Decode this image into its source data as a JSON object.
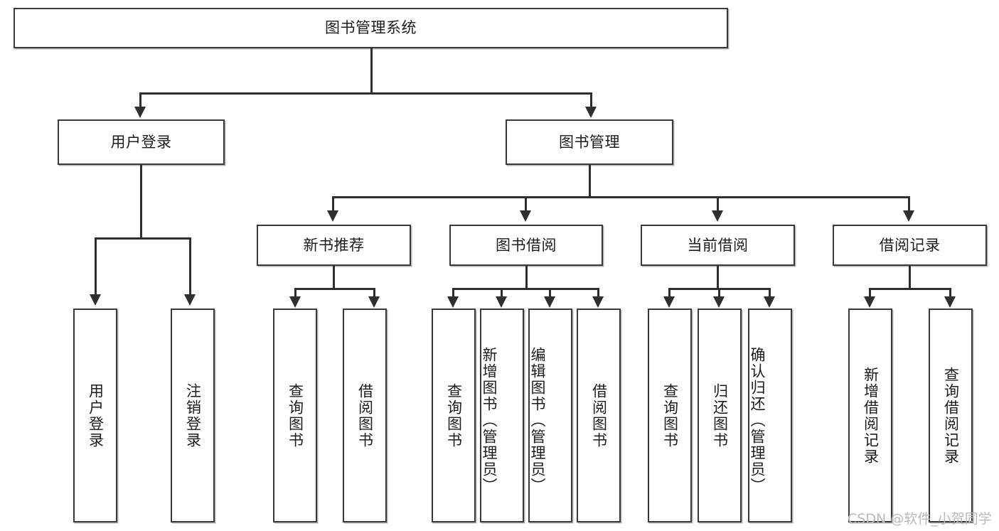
{
  "diagram": {
    "title": "图书管理系统",
    "type": "tree-hierarchy",
    "root": {
      "label": "图书管理系统"
    },
    "level2": [
      {
        "label": "用户登录"
      },
      {
        "label": "图书管理"
      }
    ],
    "level3": [
      {
        "label": "新书推荐"
      },
      {
        "label": "图书借阅"
      },
      {
        "label": "当前借阅"
      },
      {
        "label": "借阅记录"
      }
    ],
    "leaves": {
      "user_login": [
        {
          "label": "用户登录"
        },
        {
          "label": "注销登录"
        }
      ],
      "new_book_recommend": [
        {
          "label": "查询图书"
        },
        {
          "label": "借阅图书"
        }
      ],
      "book_borrow": [
        {
          "label": "查询图书"
        },
        {
          "label": "新增图书（管理员）"
        },
        {
          "label": "编辑图书（管理员）"
        },
        {
          "label": "借阅图书"
        }
      ],
      "current_borrow": [
        {
          "label": "查询图书"
        },
        {
          "label": "归还图书"
        },
        {
          "label": "确认归还（管理员）"
        }
      ],
      "borrow_record": [
        {
          "label": "新增借阅记录"
        },
        {
          "label": "查询借阅记录"
        }
      ]
    }
  },
  "watermark": {
    "text": "CSDN @软件_小贺同学"
  },
  "colors": {
    "border": "#3a3a3a",
    "line": "#2f2f2f",
    "text": "#1c1c1c",
    "background": "#ffffff",
    "watermark": "#b9b9b9"
  }
}
